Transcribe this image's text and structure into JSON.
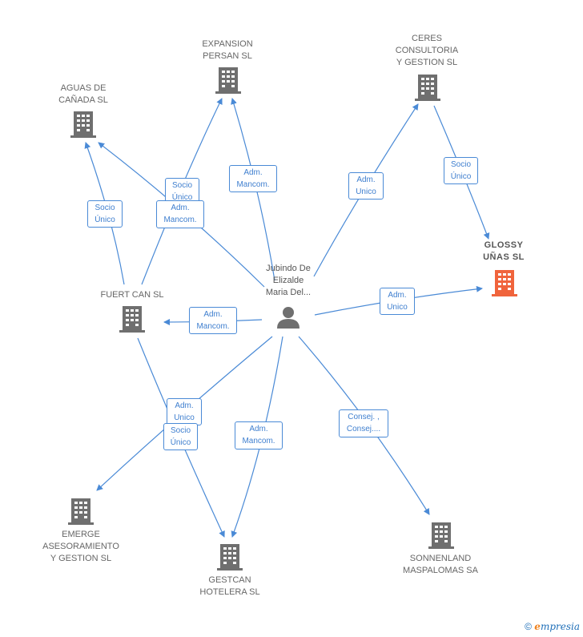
{
  "diagram": {
    "center": {
      "name": "Jubindo De\nElizalde\nMaria Del..."
    },
    "companies": {
      "expansion": "EXPANSION\nPERSAN  SL",
      "aguas": "AGUAS DE\nCAÑADA  SL",
      "ceres": "CERES\nCONSULTORIA\nY GESTION  SL",
      "glossy": "GLOSSY\nUÑAS  SL",
      "fuert": "FUERT CAN SL",
      "emerge": "EMERGE\nASESORAMIENTO\nY GESTION  SL",
      "gestcan": "GESTCAN\nHOTELERA  SL",
      "sonnenland": "SONNENLAND\nMASPALOMAS SA"
    },
    "relations": {
      "socio_unico": "Socio\nÚnico",
      "adm_mancom": "Adm.\nMancom.",
      "adm_unico": "Adm.\nUnico",
      "consej": "Consej. ,\nConsej...."
    },
    "colors": {
      "edge": "#4a8ad6",
      "building": "#6f6f6f",
      "highlight_building": "#f0643c"
    }
  },
  "footer": {
    "copyright": "©",
    "brand_first": "e",
    "brand_rest": "mpresia"
  }
}
